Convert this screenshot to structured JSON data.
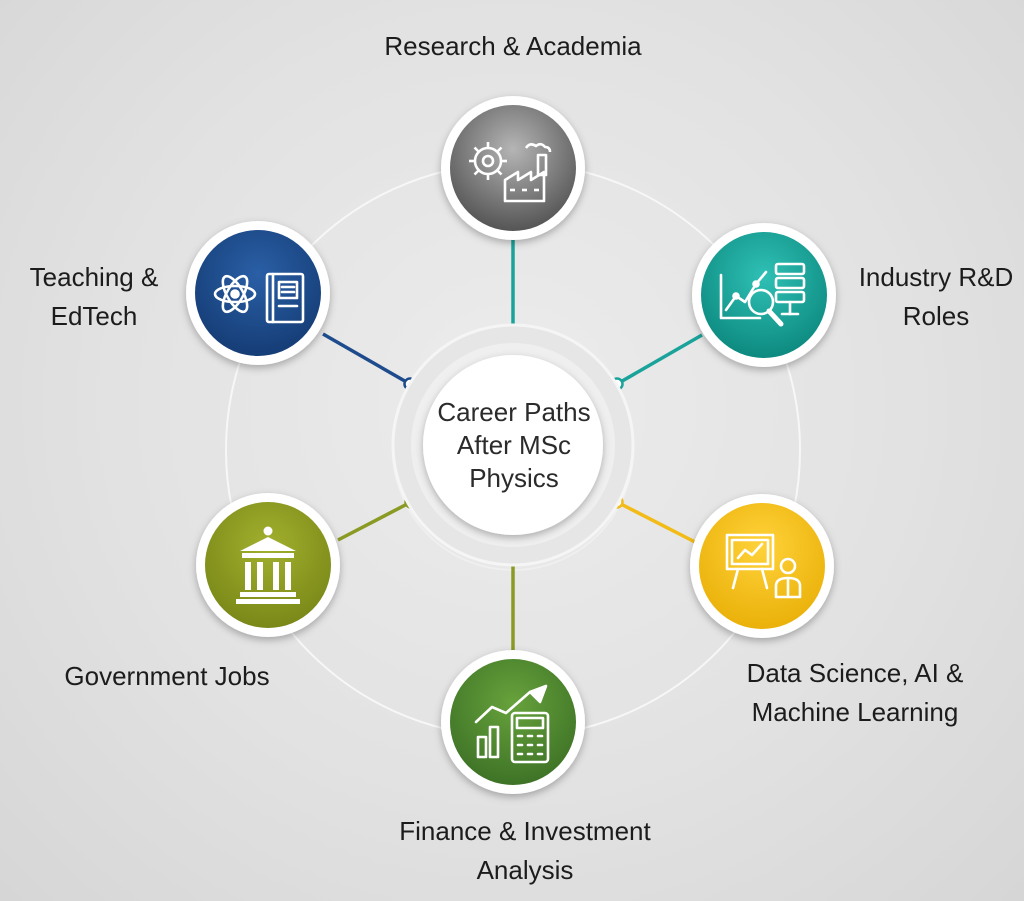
{
  "center": {
    "lines": [
      "Career Paths",
      "After MSc",
      "Physics"
    ]
  },
  "nodes": [
    {
      "id": "research",
      "lines": [
        "Research & Academia"
      ],
      "icon": "gear-factory-icon",
      "color": "#7a7a7a"
    },
    {
      "id": "industry",
      "lines": [
        "Industry R&D",
        "Roles"
      ],
      "icon": "chart-magnifier-server-icon",
      "color": "#1aa39a"
    },
    {
      "id": "datascience",
      "lines": [
        "Data Science, AI &",
        "Machine Learning"
      ],
      "icon": "presentation-board-icon",
      "color": "#f2bb17"
    },
    {
      "id": "finance",
      "lines": [
        "Finance & Investment",
        "Analysis"
      ],
      "icon": "growth-chart-calculator-icon",
      "color": "#4f8a2f"
    },
    {
      "id": "government",
      "lines": [
        "Government Jobs"
      ],
      "icon": "government-building-icon",
      "color": "#8b9a22"
    },
    {
      "id": "teaching",
      "lines": [
        "Teaching &",
        "EdTech"
      ],
      "icon": "atom-book-icon",
      "color": "#1d4b8c"
    }
  ]
}
